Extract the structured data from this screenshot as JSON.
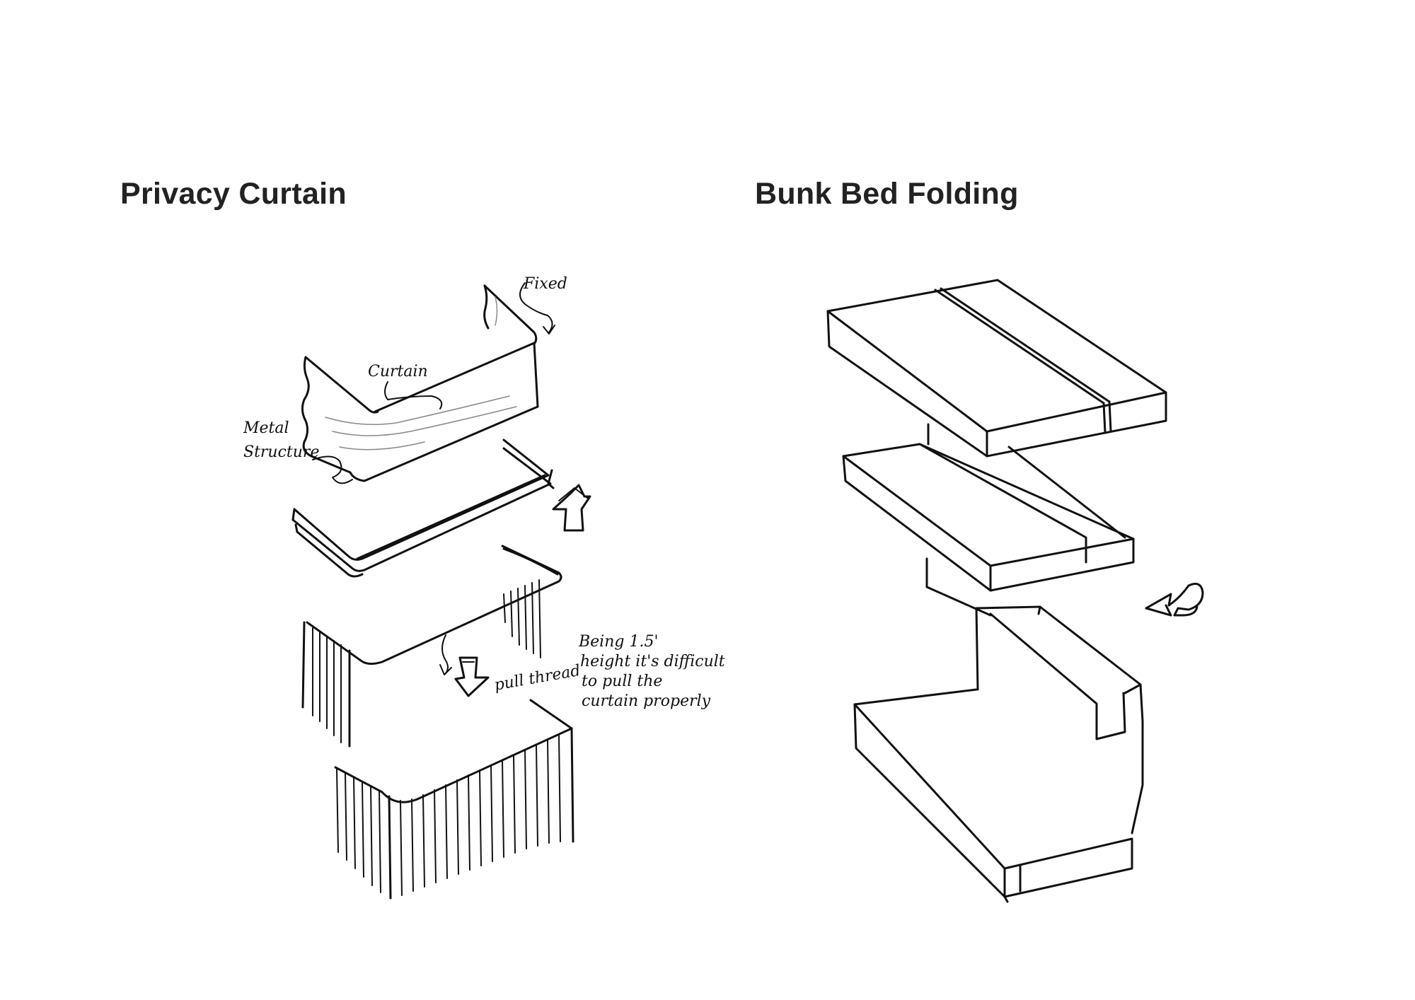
{
  "sections": {
    "left": {
      "title": "Privacy Curtain",
      "annotations": {
        "fixed": "Fixed",
        "curtain": "Curtain",
        "metal_line1": "Metal",
        "metal_line2": "Structure",
        "pull_thread": "pull thread",
        "note_line1": "Being 1.5'",
        "note_line2": "height it's difficult",
        "note_line3": "to pull the",
        "note_line4": "curtain properly"
      }
    },
    "right": {
      "title": "Bunk Bed Folding"
    }
  },
  "icons": {
    "up_arrow": "up-arrow-icon",
    "down_arrow": "down-arrow-icon",
    "rotate_arrow": "rotate-arrow-icon"
  },
  "colors": {
    "ink": "#111111",
    "title": "#222222",
    "background": "#ffffff"
  }
}
